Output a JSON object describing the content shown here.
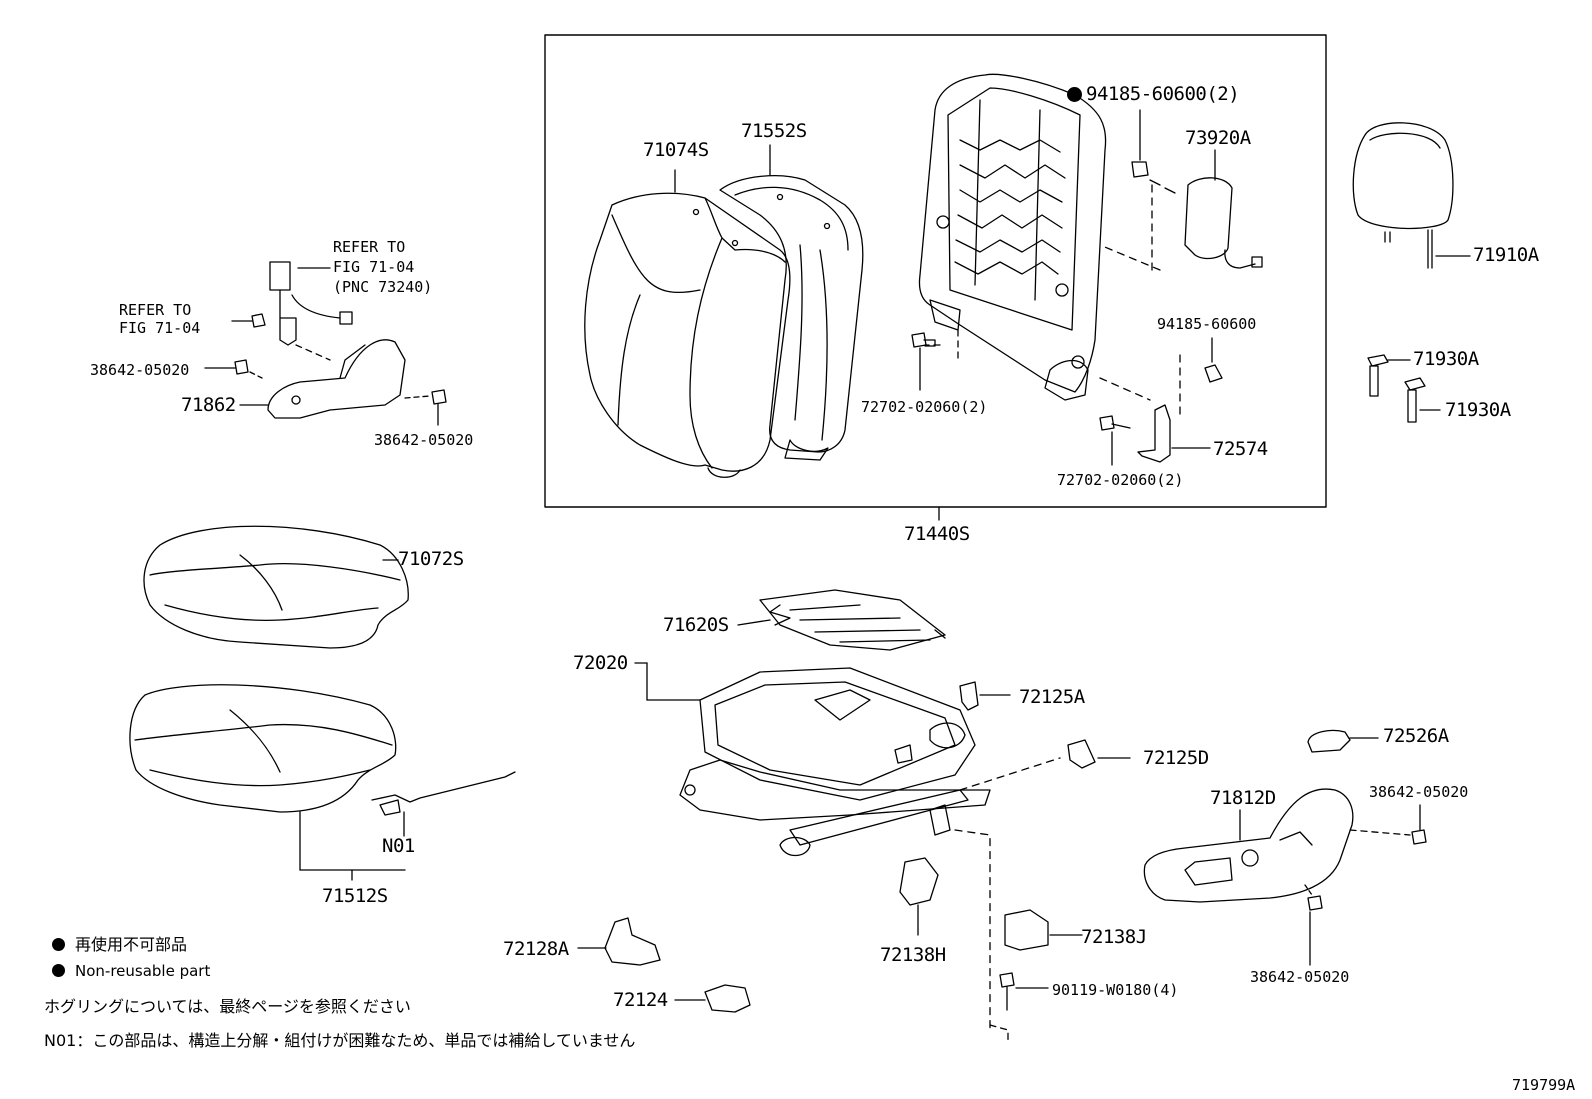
{
  "labels": {
    "p71074S": "71074S",
    "p71552S": "71552S",
    "p94185_60600_2": "94185-60600(2)",
    "p73920A": "73920A",
    "p71910A": "71910A",
    "refer_to_1": "REFER TO",
    "fig_71_04_1": "FIG 71-04",
    "pnc_73240": "(PNC 73240)",
    "refer_to_2": "REFER TO",
    "fig_71_04_2": "FIG 71-04",
    "p38642_05020_a": "38642-05020",
    "p71862": "71862",
    "p38642_05020_b": "38642-05020",
    "p94185_60600": "94185-60600",
    "p71930A_1": "71930A",
    "p71930A_2": "71930A",
    "p72702_02060_2_a": "72702-02060(2)",
    "p72574": "72574",
    "p72702_02060_2_b": "72702-02060(2)",
    "p71440S": "71440S",
    "p71072S": "71072S",
    "p71620S": "71620S",
    "p72020": "72020",
    "p72125A": "72125A",
    "p72125D": "72125D",
    "p72526A": "72526A",
    "p71812D": "71812D",
    "p38642_05020_c": "38642-05020",
    "pN01": "N01",
    "p71512S": "71512S",
    "p72138J": "72138J",
    "p72128A": "72128A",
    "p72138H": "72138H",
    "p90119_W0180_4": "90119-W0180(4)",
    "p38642_05020_d": "38642-05020",
    "p72124": "72124",
    "diagram_id": "719799A"
  },
  "notes": {
    "legend_jp": "再使用不可部品",
    "legend_en": "Non-reusable part",
    "hog_ring": "ホグリングについては、最終ページを参照ください",
    "n01_note": "N01：この部品は、構造上分解・組付けが困難なため、単品では補給していません"
  }
}
